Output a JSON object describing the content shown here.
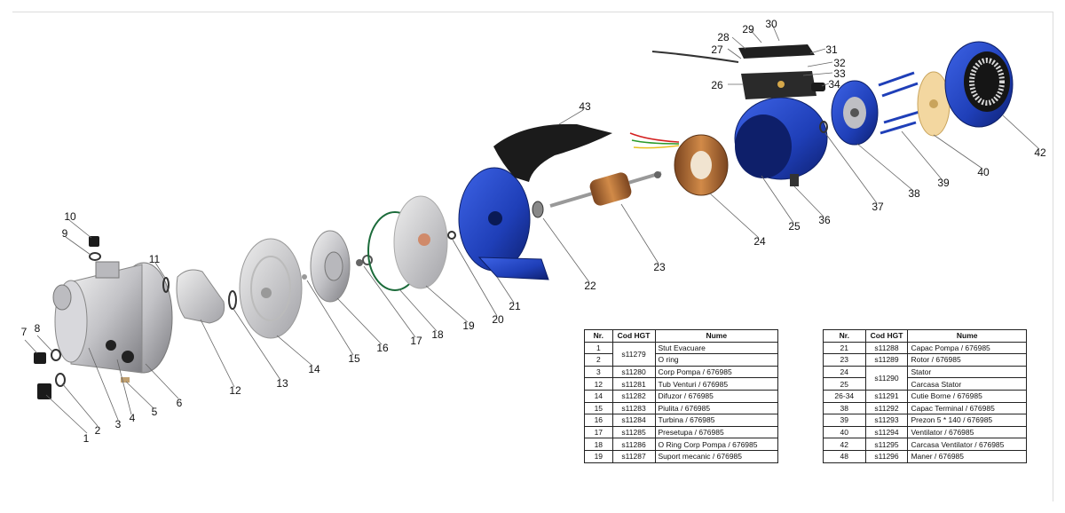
{
  "callouts": [
    "1",
    "2",
    "3",
    "4",
    "5",
    "6",
    "7",
    "8",
    "9",
    "10",
    "11",
    "12",
    "13",
    "14",
    "15",
    "16",
    "17",
    "18",
    "19",
    "20",
    "21",
    "22",
    "23",
    "24",
    "25",
    "26",
    "27",
    "28",
    "29",
    "30",
    "31",
    "32",
    "33",
    "34",
    "36",
    "37",
    "38",
    "39",
    "40",
    "42",
    "43"
  ],
  "table_left": {
    "headers": [
      "Nr.",
      "Cod HGT",
      "Nume"
    ],
    "rows": [
      {
        "nr": "1",
        "cod": "s11279",
        "nume": "Stut Evacuare"
      },
      {
        "nr": "2",
        "cod": "",
        "nume": "O ring"
      },
      {
        "nr": "3",
        "cod": "s11280",
        "nume": "Corp Pompa / 676985"
      },
      {
        "nr": "12",
        "cod": "s11281",
        "nume": "Tub Venturi / 676985"
      },
      {
        "nr": "14",
        "cod": "s11282",
        "nume": "Difuzor / 676985"
      },
      {
        "nr": "15",
        "cod": "s11283",
        "nume": "Piulita / 676985"
      },
      {
        "nr": "16",
        "cod": "s11284",
        "nume": "Turbina / 676985"
      },
      {
        "nr": "17",
        "cod": "s11285",
        "nume": "Presetupa / 676985"
      },
      {
        "nr": "18",
        "cod": "s11286",
        "nume": "O Ring Corp Pompa / 676985"
      },
      {
        "nr": "19",
        "cod": "s11287",
        "nume": "Suport mecanic / 676985"
      }
    ]
  },
  "table_right": {
    "headers": [
      "Nr.",
      "Cod HGT",
      "Nume"
    ],
    "rows": [
      {
        "nr": "21",
        "cod": "s11288",
        "nume": "Capac Pompa / 676985"
      },
      {
        "nr": "23",
        "cod": "s11289",
        "nume": "Rotor / 676985"
      },
      {
        "nr": "24",
        "cod": "s11290",
        "nume": "Stator"
      },
      {
        "nr": "25",
        "cod": "",
        "nume": "Carcasa Stator"
      },
      {
        "nr": "26-34",
        "cod": "s11291",
        "nume": "Cutie Borne / 676985"
      },
      {
        "nr": "38",
        "cod": "s11292",
        "nume": "Capac Terminal / 676985"
      },
      {
        "nr": "39",
        "cod": "s11293",
        "nume": "Prezon 5 * 140 / 676985"
      },
      {
        "nr": "40",
        "cod": "s11294",
        "nume": "Ventilator / 676985"
      },
      {
        "nr": "42",
        "cod": "s11295",
        "nume": "Carcasa Ventilator / 676985"
      },
      {
        "nr": "48",
        "cod": "s11296",
        "nume": "Maner / 676985"
      }
    ]
  },
  "colors": {
    "steel": "#c9c9cc",
    "steel_dark": "#8c8c90",
    "blue": "#1f3fb8",
    "blue_dark": "#132a86",
    "copper": "#b8733a",
    "black": "#1b1b1b",
    "fan": "#f3d7a0"
  }
}
